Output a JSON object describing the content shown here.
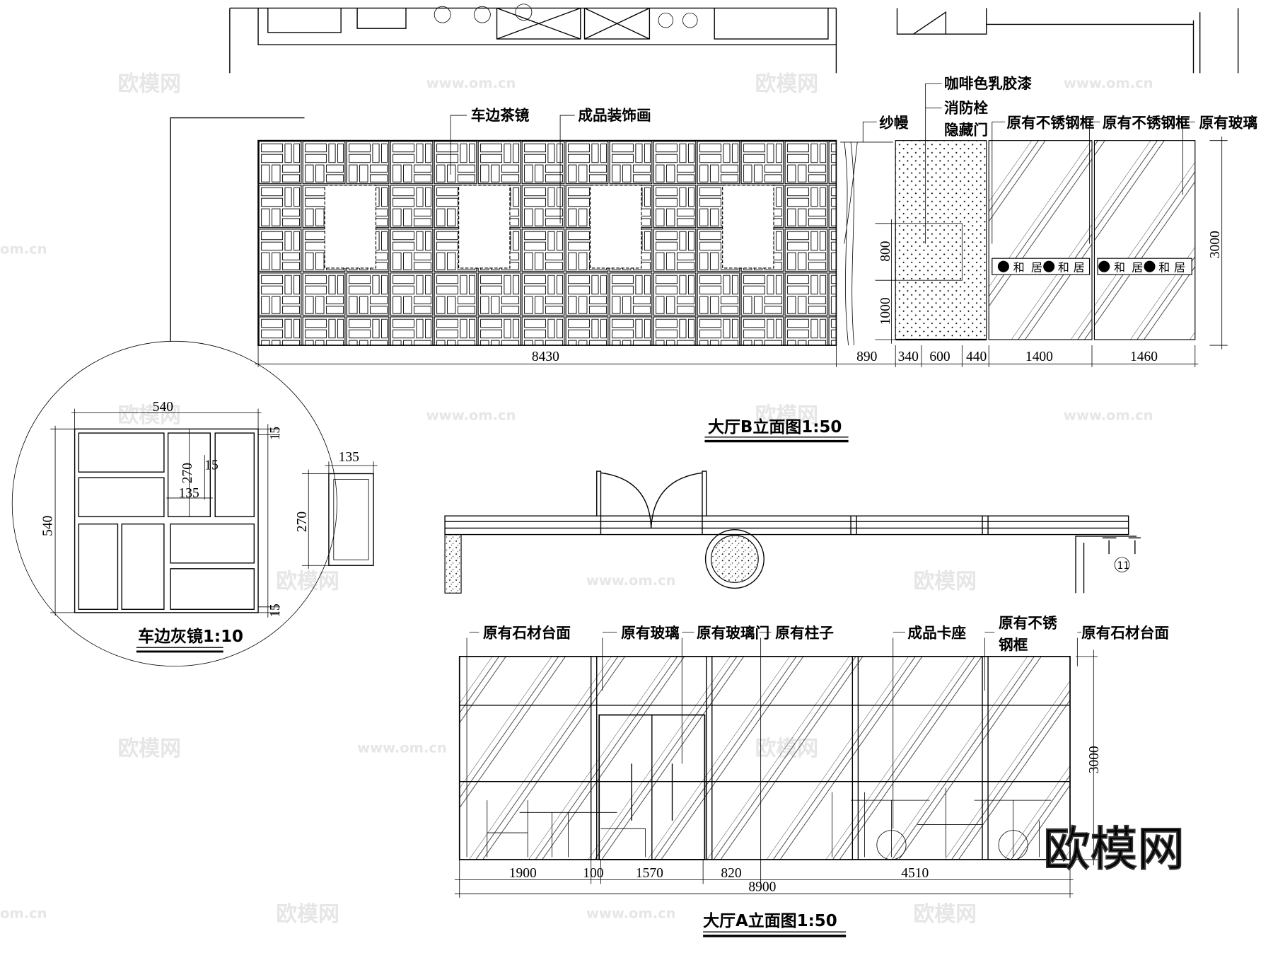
{
  "drawing_b": {
    "title": "大厅B立面图1:50",
    "labels": {
      "mirror": "车边茶镜",
      "painting": "成品装饰画",
      "curtain": "纱幔",
      "paint": "咖啡色乳胶漆",
      "hydrant": "消防栓",
      "hidden_door": "隐藏门",
      "steel_frame_1": "原有不锈钢框",
      "steel_frame_2": "原有不锈钢框",
      "glass": "原有玻璃"
    },
    "band_text": [
      "和",
      "居",
      "和",
      "居"
    ],
    "dims_bottom": [
      "8430",
      "890",
      "340",
      "600",
      "440",
      "1400",
      "1460"
    ],
    "dim_height": "3000",
    "dim_800": "800",
    "dim_1000": "1000"
  },
  "detail": {
    "title": "车边灰镜1:10",
    "dims": {
      "width": "540",
      "height": "540",
      "top_gap": "15",
      "bottom_gap": "15",
      "inner_270": "270",
      "inner_15": "15",
      "inner_135": "135",
      "unit_width": "135",
      "unit_height": "270"
    }
  },
  "plan": {
    "tag": "11"
  },
  "drawing_a": {
    "title": "大厅A立面图1:50",
    "labels": {
      "stone_left": "原有石材台面",
      "glass": "原有玻璃",
      "glass_door": "原有玻璃门",
      "column": "原有柱子",
      "booth": "成品卡座",
      "steel_frame_line1": "原有不锈",
      "steel_frame_line2": "钢框",
      "stone_right": "原有石材台面"
    },
    "dims_bottom": [
      "1900",
      "100",
      "1570",
      "820",
      "4510"
    ],
    "dim_total": "8900",
    "dim_height": "3000"
  },
  "watermarks": {
    "logo": "欧模网",
    "url": "www.om.cn",
    "partial_url": "om.cn"
  }
}
